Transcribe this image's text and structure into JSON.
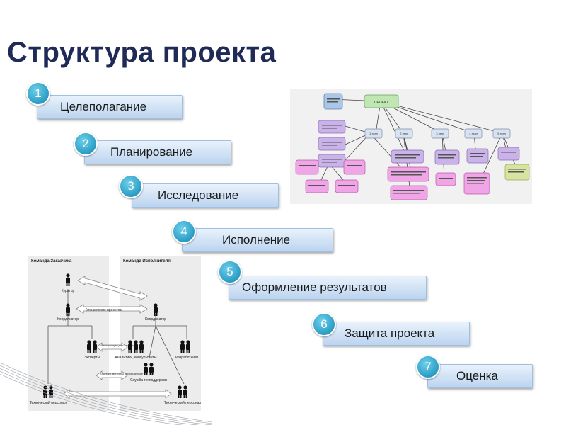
{
  "title": "Структура проекта",
  "steps": [
    {
      "num": "1",
      "label": "Целеполагание"
    },
    {
      "num": "2",
      "label": "Планирование"
    },
    {
      "num": "3",
      "label": "Исследование"
    },
    {
      "num": "4",
      "label": "Исполнение"
    },
    {
      "num": "5",
      "label": "Оформление результатов"
    },
    {
      "num": "6",
      "label": "Защита проекта"
    },
    {
      "num": "7",
      "label": "Оценка"
    }
  ],
  "colors": {
    "title": "#1f2a57",
    "badge": "#2a9cc4",
    "bar_top": "#e9f2fc",
    "bar_bottom": "#bcd4ef"
  },
  "mindmap": {
    "root_label": "ПРОЕКТ",
    "branches": [
      "1 этап",
      "2 этап",
      "3 этап",
      "4 этап",
      "5 этап"
    ]
  },
  "team_diagram": {
    "customer_team": "Команда Заказчика",
    "contractor_team": "Команда Исполнителя",
    "curator": "Куратор",
    "coordinator_left": "Координатор",
    "coordinator_right": "Координатор",
    "experts": "Эксперты",
    "analysts": "Аналитики, консультанты",
    "developers": "Разработчики",
    "support": "Служба техподдержки",
    "tech_left": "Технический персонал",
    "tech_right": "Технический персонал",
    "project_management": "Управление проектом",
    "info_for_analysis": "Информация для анализа",
    "errors_questions": "Ошибки, вопросы техподдержке"
  }
}
